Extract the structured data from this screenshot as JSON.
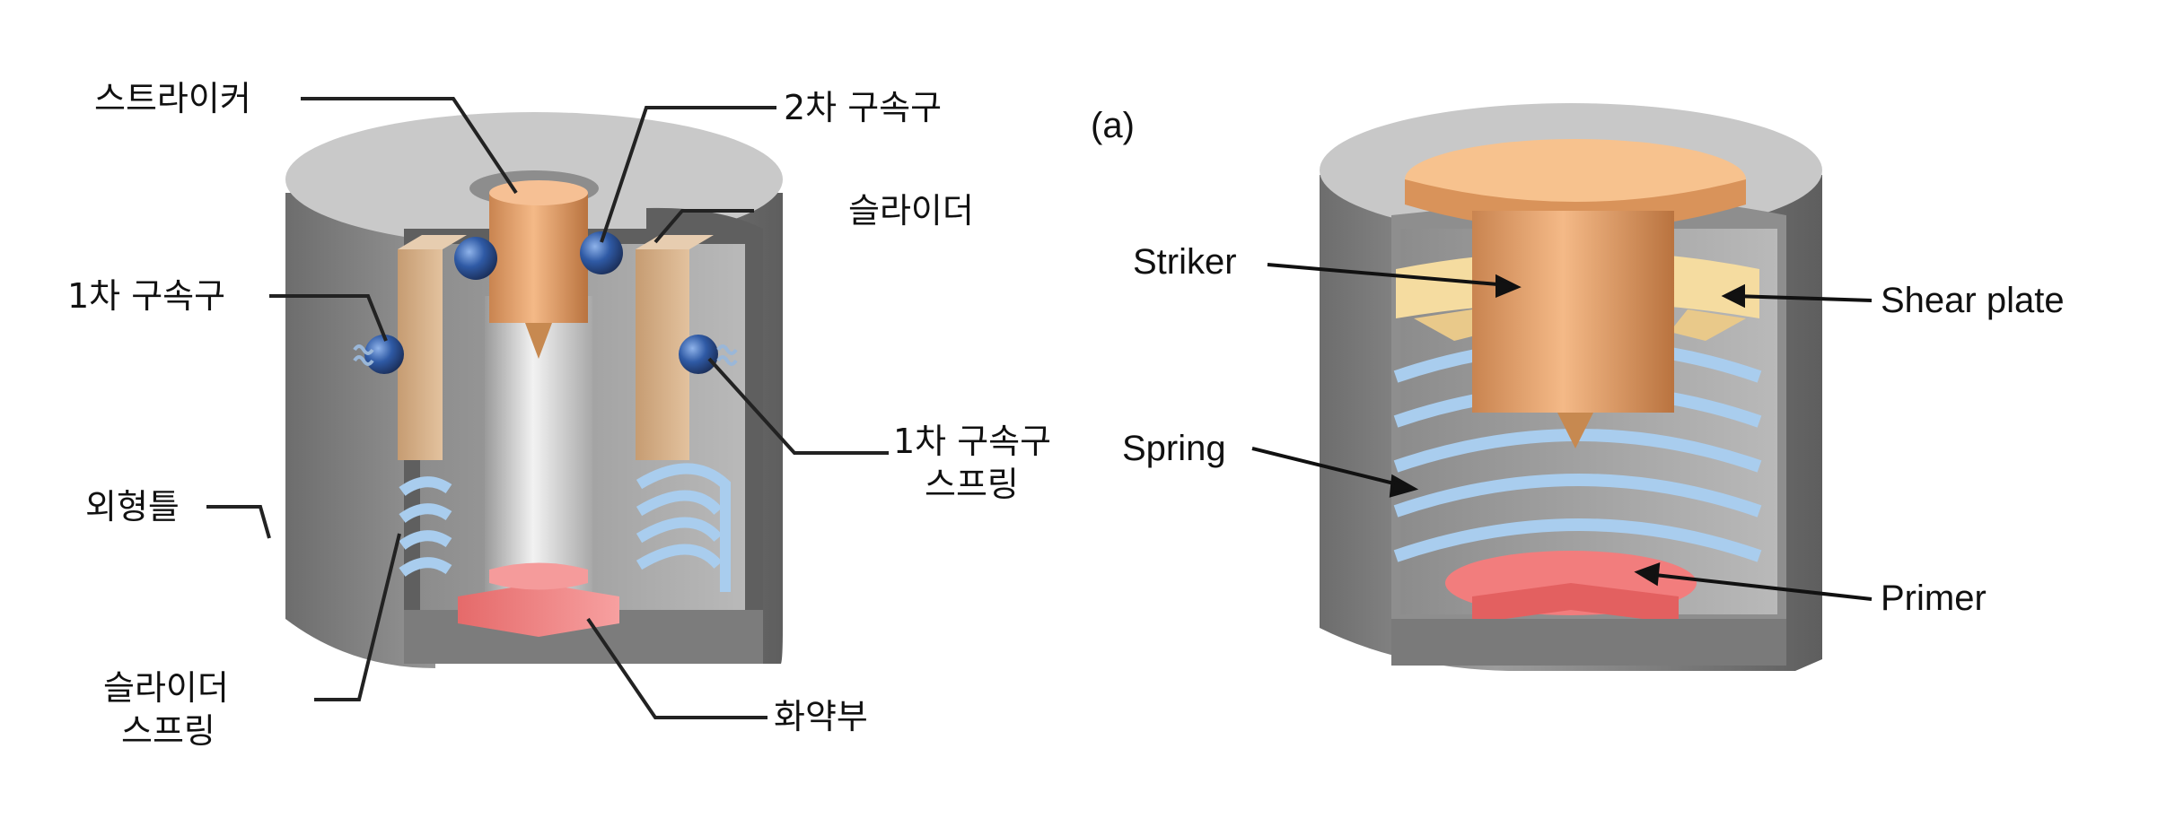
{
  "left_diagram": {
    "labels": {
      "striker": "스트라이커",
      "secondary_restraint": "2차 구속구",
      "slider": "슬라이더",
      "primary_restraint": "1차 구속구",
      "primary_restraint_spring_line1": "1차 구속구",
      "primary_restraint_spring_line2": "스프링",
      "outer_frame": "외형틀",
      "slider_spring_line1": "슬라이더",
      "slider_spring_line2": "스프링",
      "explosive": "화약부"
    }
  },
  "right_diagram": {
    "panel_label": "(a)",
    "labels": {
      "striker": "Striker",
      "shear_plate": "Shear plate",
      "spring": "Spring",
      "primer": "Primer"
    }
  },
  "colors": {
    "housing_top": "#c8c8c8",
    "housing_side": "#8a8a8a",
    "interior": "#6e6e6e",
    "slider": "#d2b08c",
    "striker": "#eba874",
    "ball": "#2e4f8c",
    "spring": "#a9cdee",
    "primer": "#f07b7b",
    "shear_plate": "#f5dca0"
  }
}
